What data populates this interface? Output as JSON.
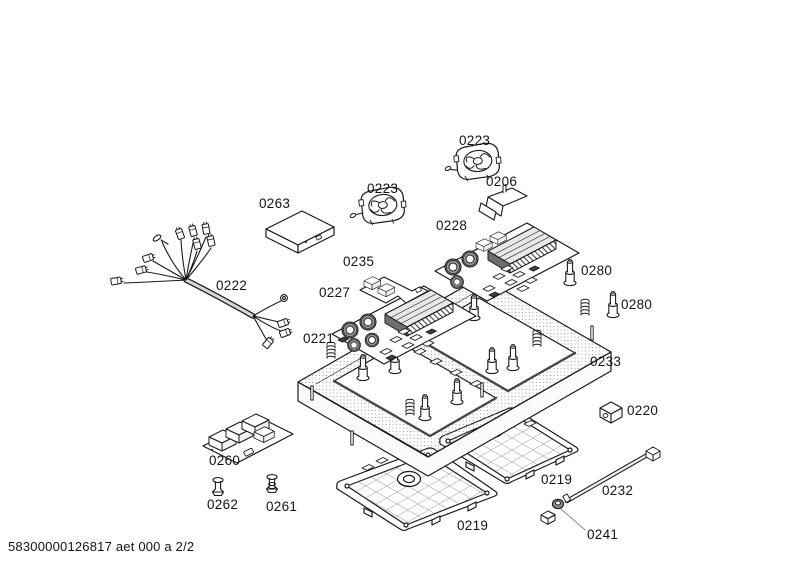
{
  "document": {
    "kind": "exploded-parts-diagram",
    "footer": {
      "text": "58300000126817 aet 000 a 2/2"
    }
  },
  "colors": {
    "line": "#1a1a1a",
    "paper": "#ffffff",
    "stipple": "#8f8f8f",
    "dark_face": "#4a4a4a"
  },
  "parts": [
    {
      "id": "0223",
      "name": "cooling-fan-top"
    },
    {
      "id": "0206",
      "name": "mounting-bracket"
    },
    {
      "id": "0263",
      "name": "filter-box"
    },
    {
      "id": "0223",
      "name": "cooling-fan-left"
    },
    {
      "id": "0228",
      "name": "induction-power-board-right"
    },
    {
      "id": "0235",
      "name": "relay-board"
    },
    {
      "id": "0227",
      "name": "induction-power-board-left"
    },
    {
      "id": "0280",
      "name": "standoff-bolt-upper"
    },
    {
      "id": "0280",
      "name": "standoff-bolt-lower"
    },
    {
      "id": "0222",
      "name": "wiring-harness"
    },
    {
      "id": "0221",
      "name": "main-frame"
    },
    {
      "id": "0233",
      "name": "frame-rail"
    },
    {
      "id": "0220",
      "name": "clip-block"
    },
    {
      "id": "0260",
      "name": "mains-filter-board"
    },
    {
      "id": "0262",
      "name": "fastener-small"
    },
    {
      "id": "0261",
      "name": "fastener-large"
    },
    {
      "id": "0219",
      "name": "burner-tray-right"
    },
    {
      "id": "0219",
      "name": "burner-tray-left"
    },
    {
      "id": "0232",
      "name": "connecting-rod"
    },
    {
      "id": "0241",
      "name": "grommet-ring"
    }
  ]
}
